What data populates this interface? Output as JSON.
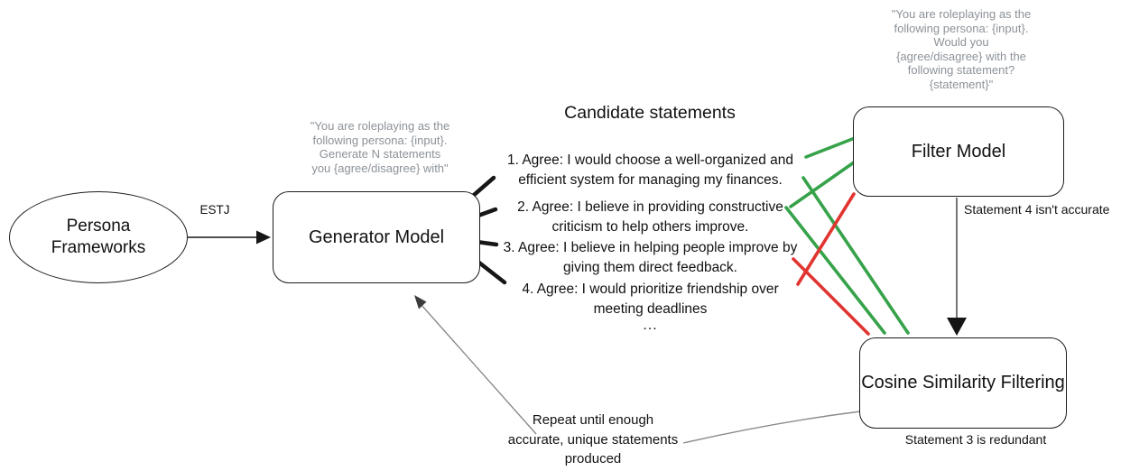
{
  "colors": {
    "green": "#36a24a",
    "red": "#e13430",
    "black": "#161616",
    "thin_gray": "#8a8a8a",
    "dark_gray": "#3c3c3c",
    "prompt_gray": "#8c9298"
  },
  "nodes": {
    "persona": {
      "line1": "Persona",
      "line2": "Frameworks"
    },
    "generator": {
      "label": "Generator Model"
    },
    "filter": {
      "label": "Filter Model"
    },
    "cosine": {
      "label": "Cosine Similarity Filtering"
    }
  },
  "prompts": {
    "generator": {
      "l1": "\"You are roleplaying as the",
      "l2": "following persona: {input}.",
      "l3": "Generate N statements",
      "l4": "you {agree/disagree} with\""
    },
    "filter": {
      "l1": "\"You are roleplaying as the",
      "l2": "following persona: {input}.",
      "l3": "Would you",
      "l4": "{agree/disagree} with the",
      "l5": "following statement?",
      "l6": "{statement}\""
    }
  },
  "candidate": {
    "title": "Candidate statements",
    "statements": [
      {
        "line1": "1. Agree: I would choose a well-organized and",
        "line2": "efficient system for managing my finances."
      },
      {
        "line1": "2. Agree: I believe in providing constructive",
        "line2": "criticism to help others improve."
      },
      {
        "line1": "3. Agree: I believe in helping people improve by",
        "line2": "giving them direct feedback."
      },
      {
        "line1": "4. Agree: I would prioritize friendship over",
        "line2": "meeting deadlines"
      }
    ],
    "ellipsis": "..."
  },
  "labels": {
    "estj": "ESTJ",
    "statement4_inaccurate": "Statement 4 isn't accurate",
    "statement3_redundant": "Statement 3 is redundant"
  },
  "notes": {
    "repeat": {
      "l1": "Repeat until enough",
      "l2": "accurate, unique statements",
      "l3": "produced"
    }
  }
}
